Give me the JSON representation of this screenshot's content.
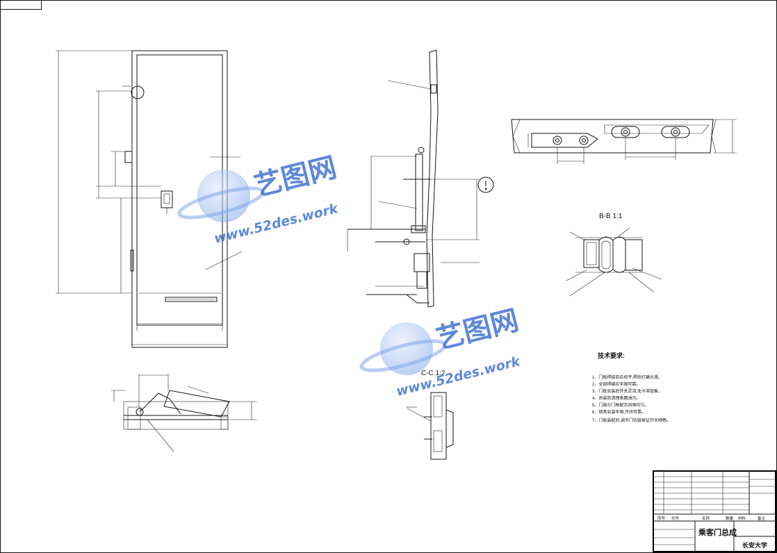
{
  "views": {
    "detail_section": {
      "title": "B-B 1:1"
    },
    "lower_section": {
      "title": "C-C 1:2"
    }
  },
  "tech_notes": {
    "heading": "技术要求:",
    "items": [
      "1、门板焊接前应校平,焊后打磨光滑。",
      "2、全部焊缝应牢固可靠。",
      "3、门板安装后开关灵活,无卡滞现象。",
      "4、涂装前清理表面油污。",
      "5、门扇与门框配合间隙均匀。",
      "6、锁具安装牢固,开闭可靠。",
      "7、门板装配后,调节门铰链保证开关顺畅。"
    ]
  },
  "title_block": {
    "drawing_name": "乘客门总成",
    "school": "长安大学",
    "header_cells": [
      "序号",
      "代号",
      "名称",
      "数量",
      "材料",
      "备注"
    ]
  },
  "watermarks": [
    {
      "cn": "艺图网",
      "url": "www.52des.work"
    },
    {
      "cn": "艺图网",
      "url": "www.52des.work"
    }
  ],
  "colors": {
    "line": "#111111",
    "watermark": "#3b6fd1",
    "background": "#ffffff"
  }
}
